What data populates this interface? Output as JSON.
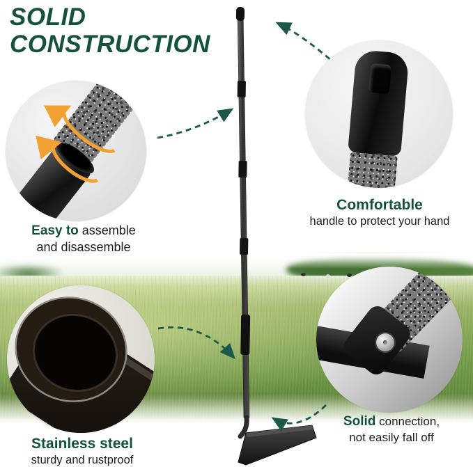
{
  "title": {
    "line1": "SOLID",
    "line2": "CONSTRUCTION"
  },
  "colors": {
    "accent_green": "#14523e",
    "body_text": "#1d1d1d",
    "arrow_teal": "#1d5948",
    "rotation_orange": "#f2a232"
  },
  "callouts": {
    "assemble": {
      "heading": "Easy to",
      "heading_rest": "assemble",
      "line2": "and disassemble"
    },
    "handle": {
      "heading": "Comfortable",
      "line2": "handle to protect your hand"
    },
    "steel": {
      "heading": "Stainless steel",
      "line2": "sturdy and rustproof"
    },
    "connection": {
      "heading": "Solid",
      "heading_rest": "connection,",
      "line2": "not easily fall off"
    }
  },
  "icons": {
    "dashed_arrow_icon": "curved dashed pointer arrow",
    "rotation_arrow_icon": "orange circular rotation arrow",
    "screw_icon": "silver screw head"
  }
}
